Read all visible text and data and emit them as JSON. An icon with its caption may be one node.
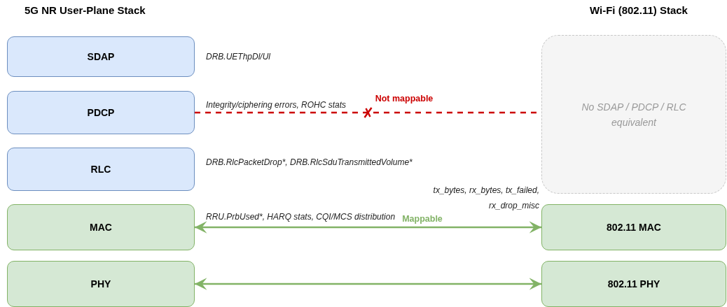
{
  "diagram": {
    "nodes": [
      {
        "text": [
          "SDAP"
        ],
        "beside": [
          "DRB.UEThpDl/Ul"
        ]
      },
      {
        "text": [
          "PDCP"
        ],
        "beside": [
          "Integrity/ciphering errors, ROHC stats"
        ]
      },
      {
        "text": [
          "RLC"
        ],
        "beside": [
          "DRB.RlcPacketDrop*, DRB.RlcSduTransmittedVolume*"
        ]
      },
      {
        "text": [
          "MAC"
        ],
        "beside": [
          "RRU.PrbUsed*, HARQ stats, CQI/MCS distribution"
        ]
      },
      {
        "text": [
          "PHY"
        ]
      },
      {
        "text": [
          "No SDAP / PDCP / RLC equivalent"
        ]
      },
      {
        "text": [
          "802.11 MAC"
        ],
        "beside": [
          "tx_bytes, rx_bytes, tx_failed, rx_drop_misc"
        ]
      },
      {
        "text": [
          "802.11 PHY"
        ]
      }
    ],
    "edges": [
      {
        "from": 1,
        "to": 5,
        "arrow": "none",
        "label": "Not mappable",
        "style": "dashed",
        "color": "#cc0000"
      },
      {
        "from": 3,
        "to": 6,
        "arrow": "both",
        "label": "Mappable"
      },
      {
        "from": 4,
        "to": 7,
        "arrow": "both"
      }
    ],
    "labels": [
      "5G NR User-Plane Stack",
      "Wi-Fi (802.11) Stack"
    ]
  }
}
